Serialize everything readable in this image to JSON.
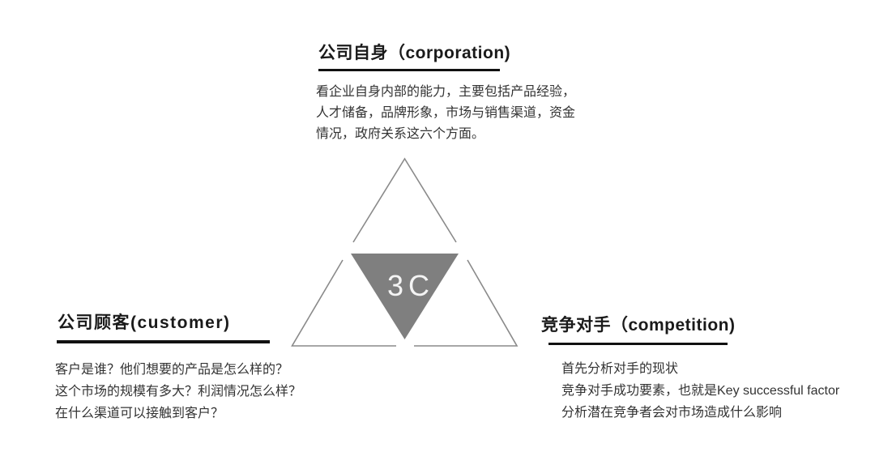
{
  "diagram": {
    "center_label": "3C",
    "colors": {
      "background": "#ffffff",
      "triangle_fill": "#7f7f7f",
      "triangle_outline": "#8a8a8a",
      "center_label_color": "#f4f4f4",
      "underline": "#111111",
      "heading_text": "#1a1a1a",
      "body_text": "#333333"
    }
  },
  "sections": {
    "corporation": {
      "title": "公司自身（corporation)",
      "lines": [
        "看企业自身内部的能力，主要包括产品经验，",
        "人才储备，品牌形象，市场与销售渠道，资金",
        "情况，政府关系这六个方面。"
      ]
    },
    "customer": {
      "title": "公司顾客(customer)",
      "lines": [
        "客户是谁？他们想要的产品是怎么样的？",
        "这个市场的规模有多大？利润情况怎么样？",
        "在什么渠道可以接触到客户？"
      ]
    },
    "competition": {
      "title": "竞争对手（competition)",
      "lines": [
        "首先分析对手的现状",
        "竞争对手成功要素，也就是Key successful factor",
        "分析潜在竞争者会对市场造成什么影响"
      ]
    }
  }
}
